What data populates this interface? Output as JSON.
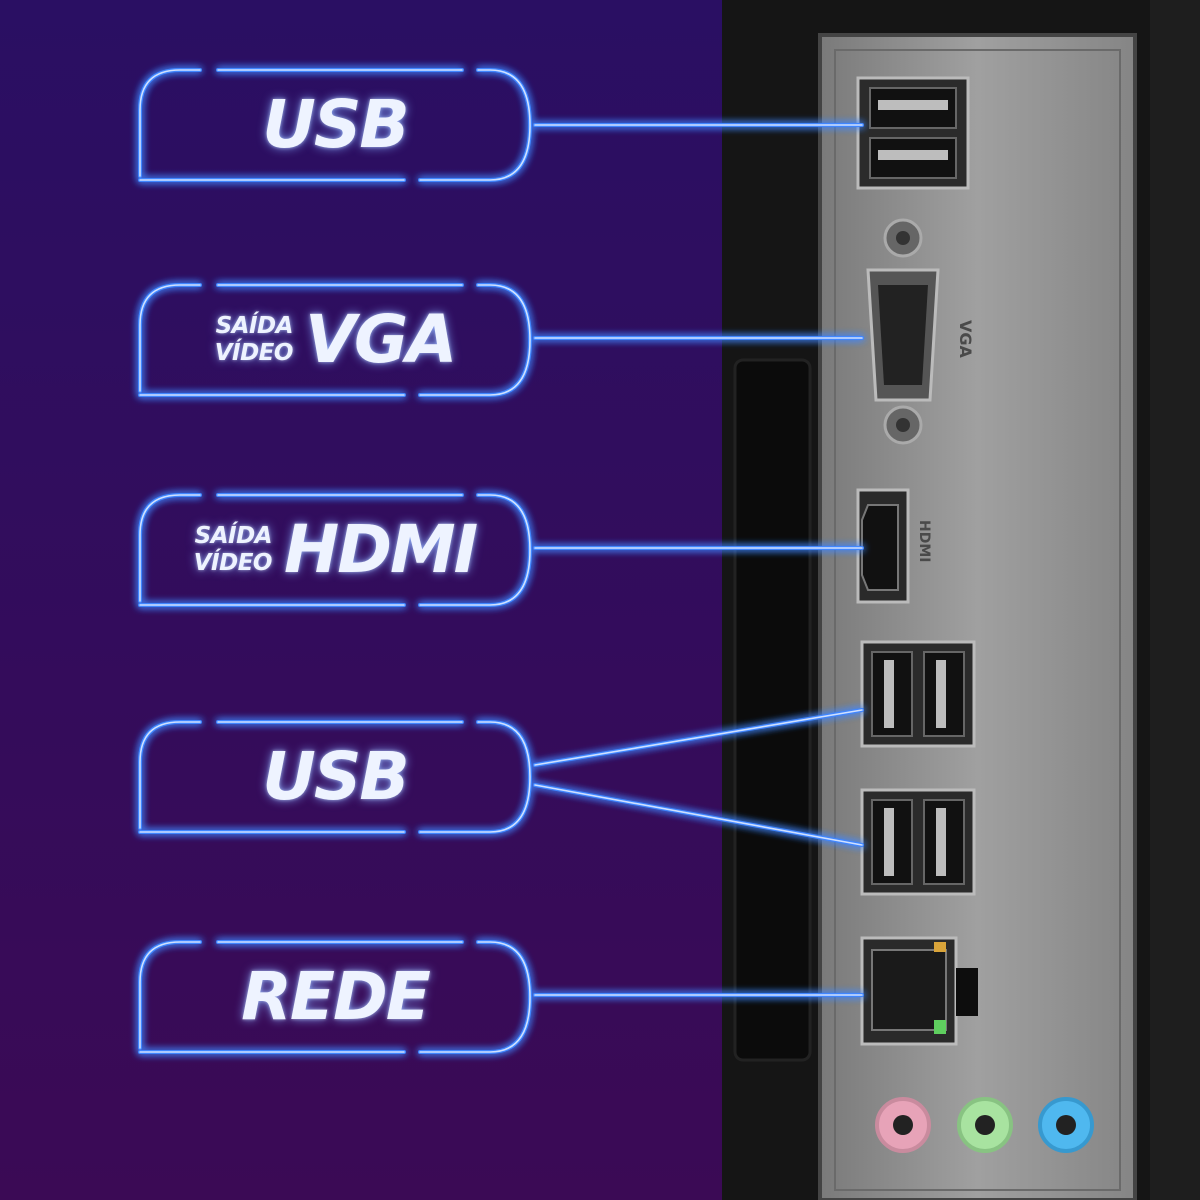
{
  "labels": [
    {
      "id": "usb-top",
      "prefix_line1": "",
      "prefix_line2": "",
      "text": "USB"
    },
    {
      "id": "vga",
      "prefix_line1": "SAÍDA",
      "prefix_line2": "VÍDEO",
      "text": "VGA"
    },
    {
      "id": "hdmi",
      "prefix_line1": "SAÍDA",
      "prefix_line2": "VÍDEO",
      "text": "HDMI"
    },
    {
      "id": "usb-middle",
      "prefix_line1": "",
      "prefix_line2": "",
      "text": "USB"
    },
    {
      "id": "rede",
      "prefix_line1": "",
      "prefix_line2": "",
      "text": "REDE"
    }
  ],
  "panel_markings": {
    "vga": "VGA",
    "hdmi": "HDMI"
  },
  "colors": {
    "background_top": "#2a0f63",
    "background_bottom": "#3b0a55",
    "glow": "#3f86ff",
    "glow_core": "#cfe0ff",
    "panel": "#8b8b8b",
    "audio_pink": "#e7a3b8",
    "audio_green": "#a8e3a0",
    "audio_blue": "#4fb8ef"
  }
}
